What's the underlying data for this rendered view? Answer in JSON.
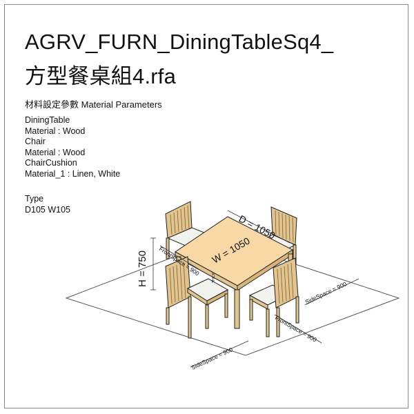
{
  "title": {
    "line1": "AGRV_FURN_DiningTableSq4_",
    "line2": "方型餐桌組4.rfa"
  },
  "material_section": {
    "heading": "材料設定參數 Material Parameters",
    "lines": [
      "DiningTable",
      "Material :  Wood",
      "Chair",
      "Material :  Wood",
      "ChairCushion",
      "Material_1 :  Linen, White"
    ]
  },
  "type_section": {
    "label": "Type",
    "value": "D105 W105"
  },
  "drawing": {
    "dim_height": "H = 750",
    "dim_depth": "D = 1050",
    "dim_width": "W = 1050",
    "front_space_left": "FrontSpace = 900",
    "front_space_right": "FrontSpace = 900",
    "side_space_right": "SideSpace = 900",
    "side_space_bottom": "SideSpace = 900",
    "small_label": "THICK"
  },
  "colors": {
    "table_top": "#f8d9a6",
    "wood": "#e2c48e",
    "wood_dark": "#b99560",
    "cushion": "#f2f2ee",
    "outline": "#222222"
  }
}
